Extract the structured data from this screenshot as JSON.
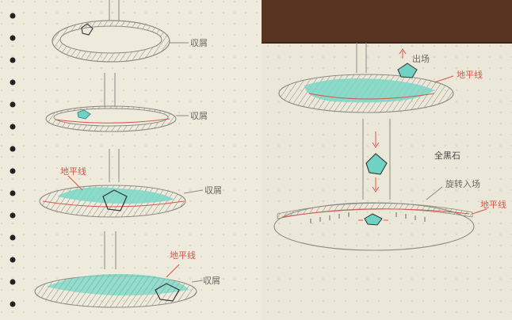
{
  "scene": {
    "description_label": "Photo of notebook sketches",
    "colors": {
      "paper_left": "#eeeadc",
      "paper_right": "#ece8d9",
      "desk": "#5a3422",
      "pencil": "#8b8b86",
      "teal": "#6fd2c2",
      "red": "#d7564b",
      "dot": "#c7c5b7"
    }
  },
  "left_page": {
    "sketches": [
      {
        "label": "収屑"
      },
      {
        "label": "収屑"
      },
      {
        "label": "収屑",
        "red_note": "地平线"
      },
      {
        "label": "収屑",
        "red_note": "地平线"
      }
    ]
  },
  "right_page": {
    "top_label": "出场",
    "top_red_note": "地平线",
    "middle_label": "全黑石",
    "bottom_label": "旋转入场",
    "bottom_red_note": "地平线"
  }
}
